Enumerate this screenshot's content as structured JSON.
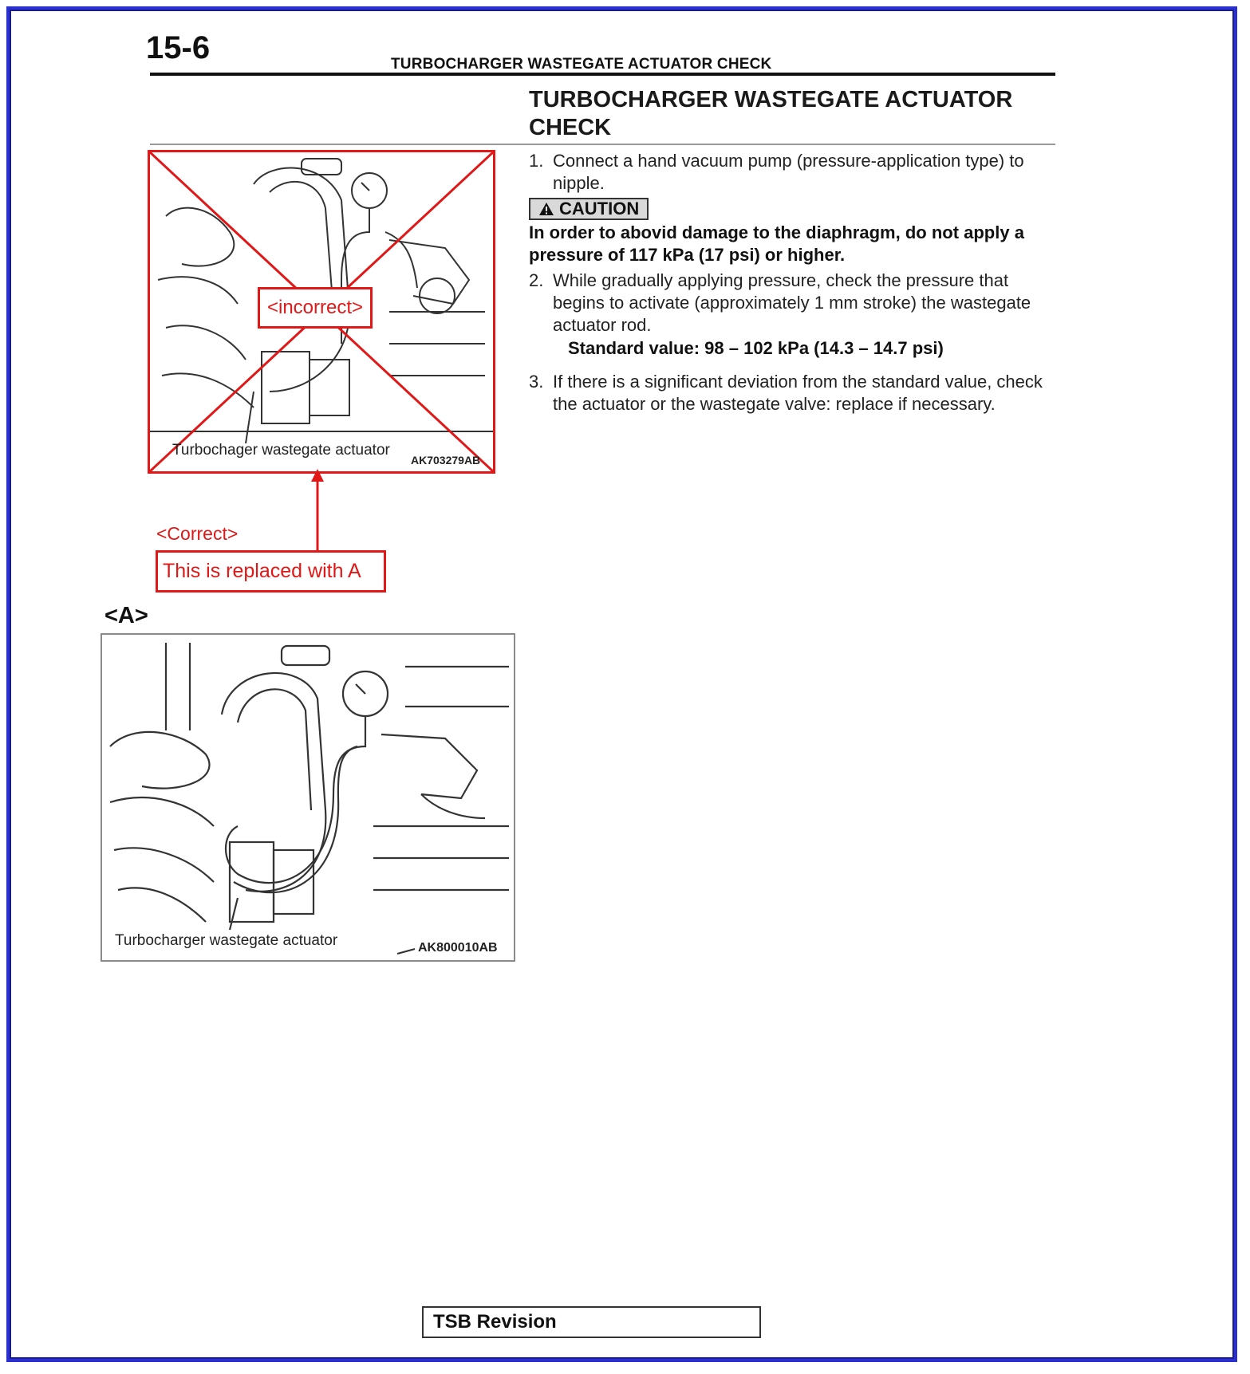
{
  "header": {
    "page_number": "15-6",
    "running_head": "TURBOCHARGER WASTEGATE ACTUATOR CHECK"
  },
  "section": {
    "title": "TURBOCHARGER WASTEGATE ACTUATOR CHECK"
  },
  "steps": [
    {
      "num": "1.",
      "text": "Connect a hand vacuum pump (pressure-application type) to nipple."
    },
    {
      "num": "2.",
      "text": "While gradually applying pressure, check the pressure that begins to activate (approximately 1 mm stroke) the wastegate actuator rod."
    },
    {
      "num": "3.",
      "text": "If there is a significant deviation from the standard value, check the actuator or the wastegate valve: replace if necessary."
    }
  ],
  "caution": {
    "label": "CAUTION",
    "text": "In order to abovid damage to the diaphragm, do not apply a pressure of 117 kPa (17 psi) or higher."
  },
  "standard_value": "Standard value: 98 – 102 kPa (14.3 – 14.7 psi)",
  "figure_incorrect": {
    "caption": "Turbochager wastegate actuator",
    "code": "AK703279AB",
    "overlay_label": "<incorrect>"
  },
  "correction": {
    "correct_label": "<Correct>",
    "replaced_text": "This is replaced with A"
  },
  "figure_a": {
    "label": "<A>",
    "caption": "Turbocharger wastegate actuator",
    "code": "AK800010AB"
  },
  "footer": {
    "tsb_revision": "TSB Revision"
  },
  "colors": {
    "frame": "#2a2fd0",
    "correction_red": "#e01818"
  }
}
